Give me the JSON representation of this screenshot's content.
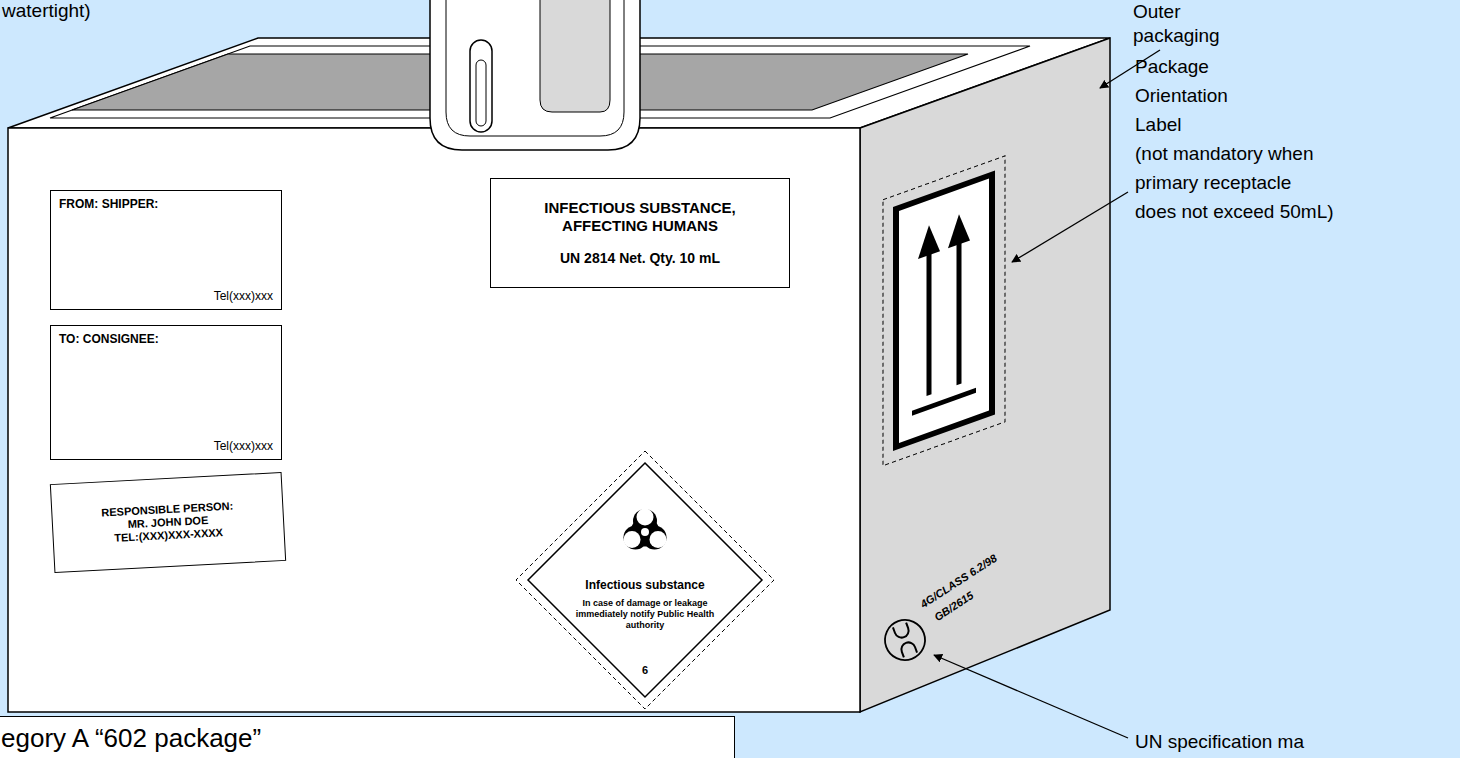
{
  "diagram": {
    "nodes": [
      {
        "text": [
          "FROM: SHIPPER:",
          "Tel(xxx)xxx"
        ]
      },
      {
        "text": [
          "TO: CONSIGNEE:",
          "Tel(xxx)xxx"
        ]
      },
      {
        "text": [
          "RESPONSIBLE PERSON:",
          "MR. JOHN DOE",
          "TEL:(XXX)XXX-XXXX"
        ]
      },
      {
        "text": [
          "INFECTIOUS SUBSTANCE, AFFECTING HUMANS",
          "UN 2814 Net. Qty. 10 mL"
        ]
      },
      {
        "text": [
          "Infectious substance",
          "In case of damage or leakage immediately notify Public Health authority",
          "6"
        ]
      },
      {
        "text": [
          "egory A “602 package”"
        ]
      }
    ],
    "labels": [
      "watertight)",
      "Outer packaging",
      "Package Orientation Label",
      "(not mandatory when primary receptacle does not exceed 50mL)",
      "4G/CLASS 6.2/98",
      "GB/2615",
      "UN specification ma"
    ]
  }
}
